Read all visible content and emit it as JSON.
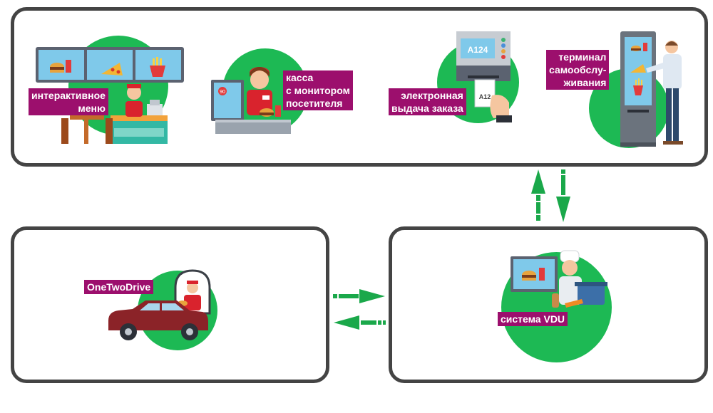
{
  "labels": {
    "interactive_menu": [
      "интерактивное",
      "меню"
    ],
    "cashier": [
      "касса",
      "с монитором",
      "посетителя"
    ],
    "order_issue": [
      "электронная",
      "выдача заказа"
    ],
    "kiosk": [
      "терминал",
      "самообслу-",
      "живания"
    ],
    "drive": "OneTwoDrive",
    "vdu": "система VDU"
  },
  "icons": {
    "order_ticket": "A124",
    "order_ticket_small": "A12",
    "cashier_sticker": "90"
  },
  "colors": {
    "accent": "#9c0f6d",
    "circle_green": "#1db954",
    "panel_border": "#444444",
    "arrow_green": "#1aa84a"
  }
}
